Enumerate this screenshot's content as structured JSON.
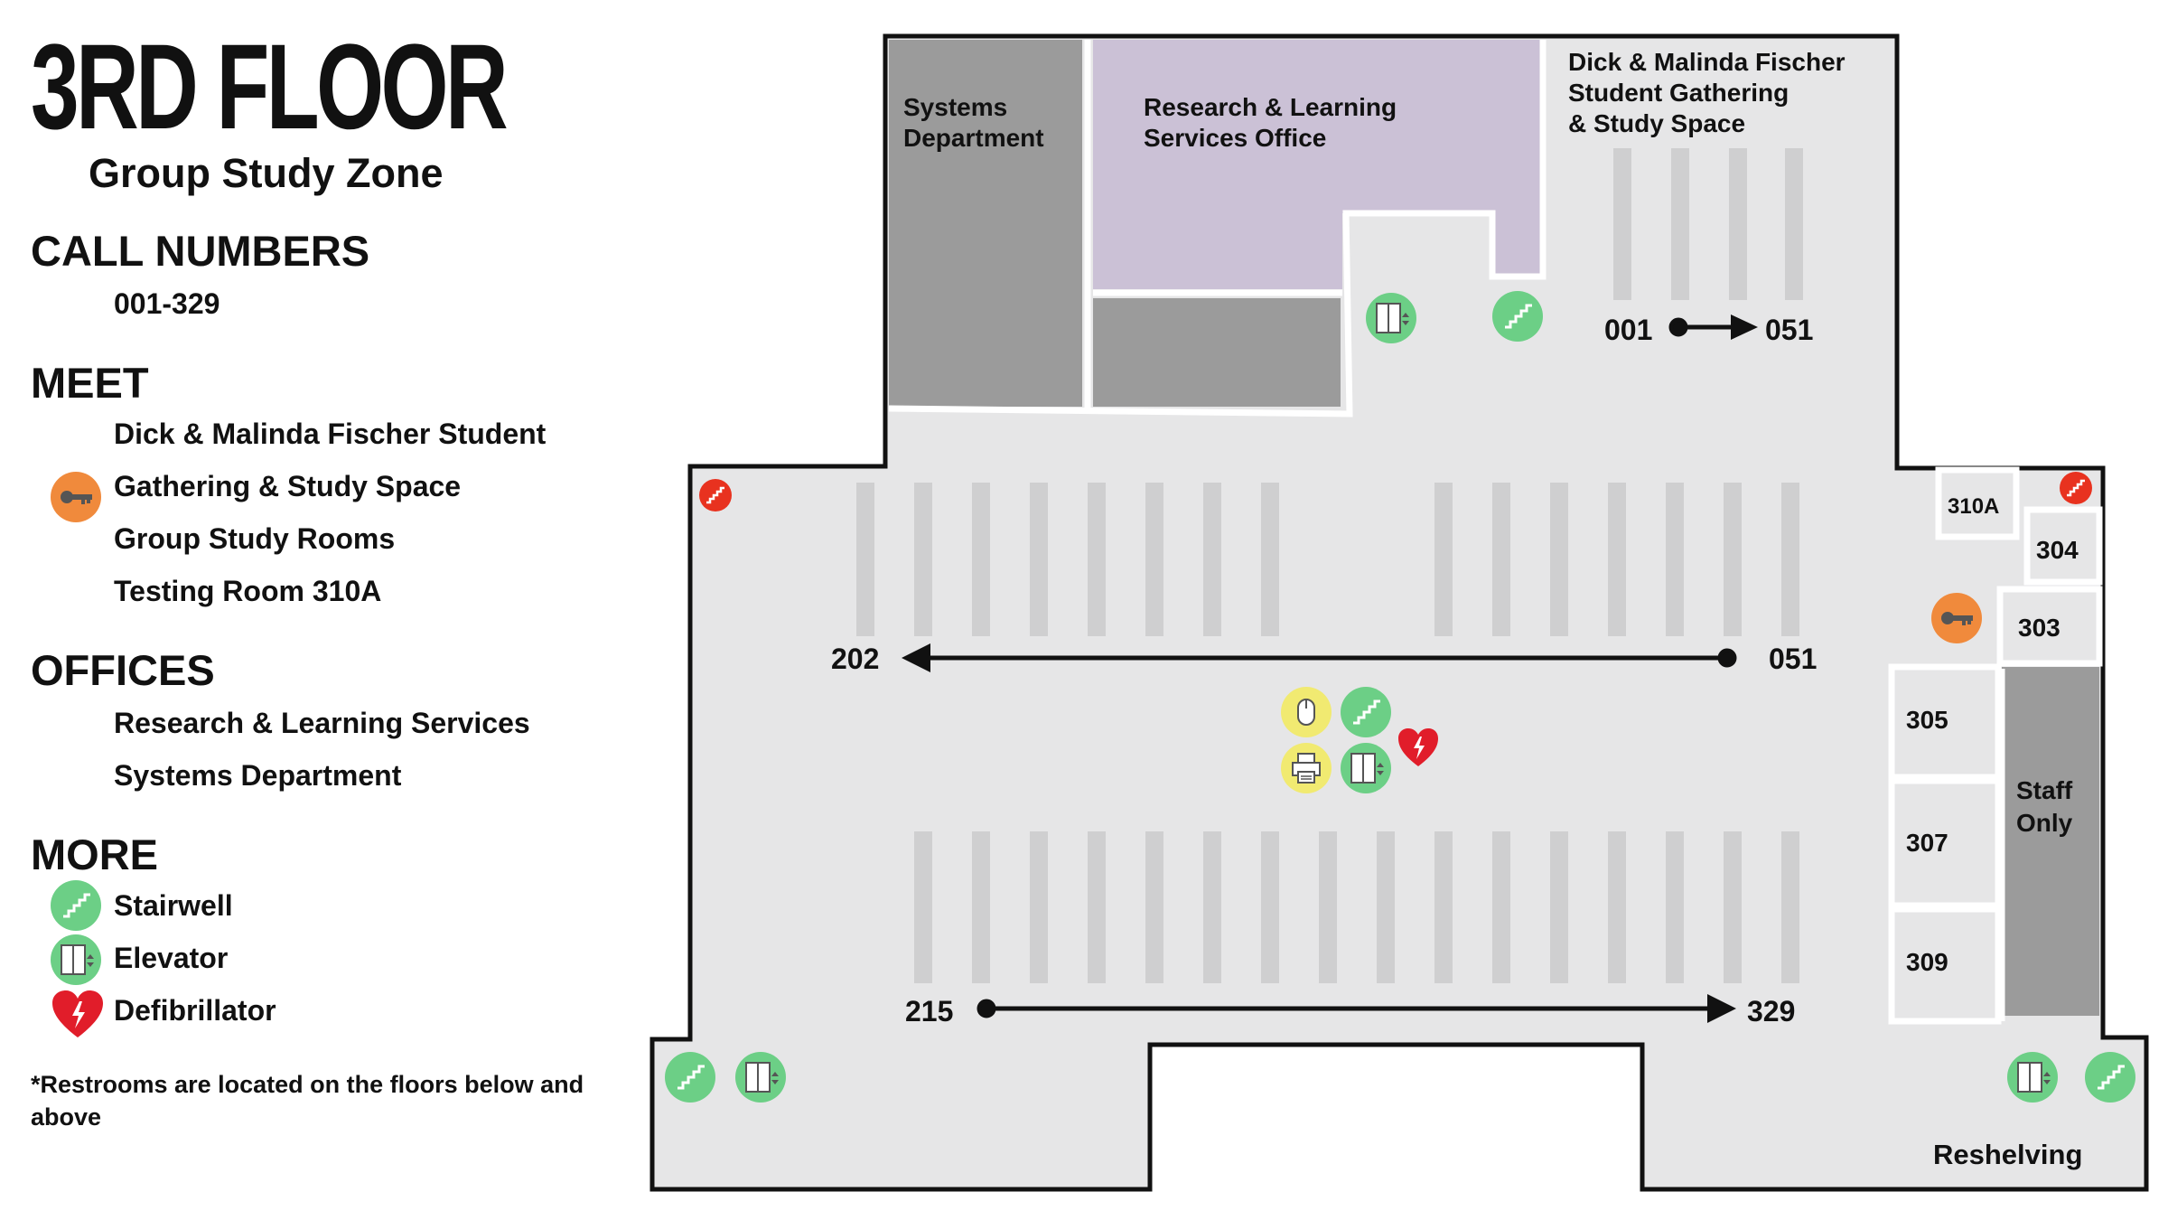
{
  "title": "3RD FLOOR",
  "subtitle": "Group Study Zone",
  "call_numbers": {
    "heading": "CALL NUMBERS",
    "range": "001-329"
  },
  "meet": {
    "heading": "MEET",
    "items": [
      "Dick & Malinda Fischer Student",
      "Gathering & Study Space",
      "Group Study Rooms",
      "Testing Room 310A"
    ]
  },
  "offices": {
    "heading": "OFFICES",
    "items": [
      "Research & Learning Services",
      "Systems Department"
    ]
  },
  "more": {
    "heading": "MORE",
    "stairwell": "Stairwell",
    "elevator": "Elevator",
    "defibrillator": "Defibrillator"
  },
  "note": "*Restrooms are located on the floors below and above",
  "map": {
    "systems_dept": [
      "Systems",
      "Department"
    ],
    "research_office": [
      "Research & Learning",
      "Services Office"
    ],
    "fischer_space": [
      "Dick & Malinda Fischer",
      "Student Gathering",
      "& Study Space"
    ],
    "rooms": {
      "r310a": "310A",
      "r304": "304",
      "r303": "303",
      "r305": "305",
      "r307": "307",
      "r309": "309"
    },
    "staff_only": [
      "Staff",
      "Only"
    ],
    "reshelving": "Reshelving",
    "call_ranges": {
      "top_start": "001",
      "top_end": "051",
      "mid_start": "051",
      "mid_end": "202",
      "bot_start": "215",
      "bot_end": "329"
    }
  },
  "colors": {
    "floor": "#e6e6e7",
    "wall": "#111111",
    "office_gray": "#9b9b9b",
    "research_purple": "#cbc1d6",
    "stacks": "#cfcfd0",
    "green_icon": "#6ccf86",
    "yellow_icon": "#f1ea71",
    "orange_key": "#f08a3c",
    "red_exit": "#e8321f",
    "heart_red": "#e11d2a"
  },
  "icons": [
    "stairwell-icon",
    "elevator-icon",
    "defibrillator-icon",
    "key-icon",
    "computer-mouse-icon",
    "printer-icon",
    "emergency-stair-icon"
  ]
}
